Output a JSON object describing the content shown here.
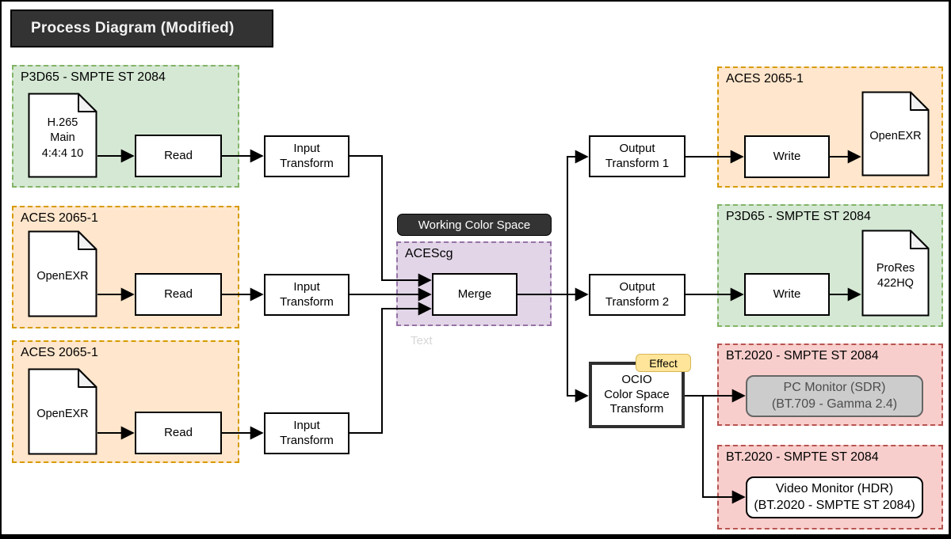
{
  "title": "Process Diagram (Modified)",
  "colors": {
    "dark_fill": "#333333",
    "green_fill": "#d5e8d4",
    "green_stroke": "#82b366",
    "orange_fill": "#ffe6cc",
    "orange_stroke": "#d79b00",
    "purple_fill": "#e1d5e7",
    "purple_stroke": "#9673a6",
    "red_fill": "#f8cecc",
    "red_stroke": "#b85450",
    "effect_fill": "#ffe599",
    "effect_stroke": "#d6b656",
    "gray_fill": "#cccccc",
    "gray_stroke": "#666666",
    "gray_text": "#4d4d4d"
  },
  "groups": {
    "in1": {
      "label": "P3D65 - SMPTE ST 2084"
    },
    "in2": {
      "label": "ACES 2065-1"
    },
    "in3": {
      "label": "ACES 2065-1"
    },
    "out1": {
      "label": "ACES 2065-1"
    },
    "out2": {
      "label": "P3D65 - SMPTE ST 2084"
    },
    "out3": {
      "label": "BT.2020 - SMPTE ST 2084"
    },
    "out4": {
      "label": "BT.2020 - SMPTE ST 2084"
    }
  },
  "documents": {
    "src1": [
      "H.265",
      "Main",
      "4:4:4 10"
    ],
    "src2": [
      "OpenEXR"
    ],
    "src3": [
      "OpenEXR"
    ],
    "dst1": [
      "OpenEXR"
    ],
    "dst2": [
      "ProRes",
      "422HQ"
    ]
  },
  "nodes": {
    "read1": [
      "Read"
    ],
    "read2": [
      "Read"
    ],
    "read3": [
      "Read"
    ],
    "it1": [
      "Input",
      "Transform"
    ],
    "it2": [
      "Input",
      "Transform"
    ],
    "it3": [
      "Input",
      "Transform"
    ],
    "merge": [
      "Merge"
    ],
    "ot1": [
      "Output",
      "Transform 1"
    ],
    "ot2": [
      "Output",
      "Transform 2"
    ],
    "write1": [
      "Write"
    ],
    "write2": [
      "Write"
    ],
    "ocio": [
      "OCIO",
      "Color Space",
      "Transform"
    ]
  },
  "labels": {
    "working_color_space": "Working Color Space",
    "acescg": "ACEScg",
    "placeholder": "Text",
    "effect": "Effect"
  },
  "monitors": {
    "pc": [
      "PC Monitor (SDR)",
      "(BT.709 - Gamma 2.4)"
    ],
    "video": [
      "Video Monitor (HDR)",
      "(BT.2020 - SMPTE ST 2084)"
    ]
  }
}
